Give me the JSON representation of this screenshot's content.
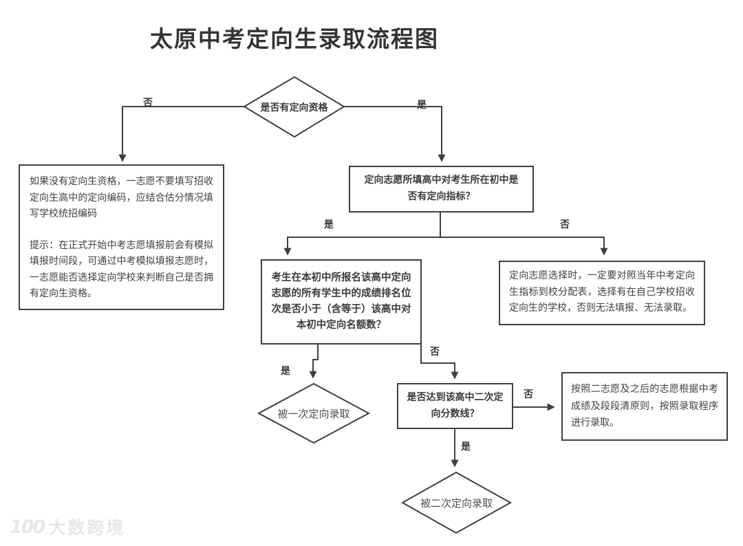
{
  "page": {
    "title": "太原中考定向生录取流程图",
    "watermark": {
      "logo": "100",
      "text": "大数跨境"
    }
  },
  "colors": {
    "line": "#3f3f3f",
    "text": "#383838",
    "watermark": "#e7e7e7"
  },
  "nodes": {
    "start_decision": {
      "label": "是否有定向资格"
    },
    "no_qualification_note": {
      "para1": "如果没有定向生资格，一志愿不要填写招收定向生高中的定向编码，应结合估分情况填写学校统招编码",
      "para2": "提示：在正式开始中考志愿填报前会有模拟填报时间段，可通过中考模拟填报志愿时，一志愿能否选择定向学校来判断自己是否拥有定向生资格。"
    },
    "quota_question": {
      "label": "定向志愿所填高中对考生所在初中是否有定向指标？"
    },
    "rank_question": {
      "label": "考生在本初中所报名该高中定向志愿的所有学生中的成绩排名位次是否小于（含等于）该高中对本初中定向名额数？"
    },
    "selection_note": {
      "label": "定向志愿选择时，一定要对照当年中考定向生指标到校分配表，选择有在自己学校招收定向生的学校，否则无法填报、无法录取。"
    },
    "first_admission": {
      "label": "被一次定向录取"
    },
    "second_line_question": {
      "label": "是否达到该高中二次定向分数线？"
    },
    "fallback_note": {
      "label": "按照二志愿及之后的志愿根据中考成绩及段段清原则，按照录取程序进行录取。"
    },
    "second_admission": {
      "label": "被二次定向录取"
    }
  },
  "edge_labels": {
    "yes": "是",
    "no": "否"
  }
}
